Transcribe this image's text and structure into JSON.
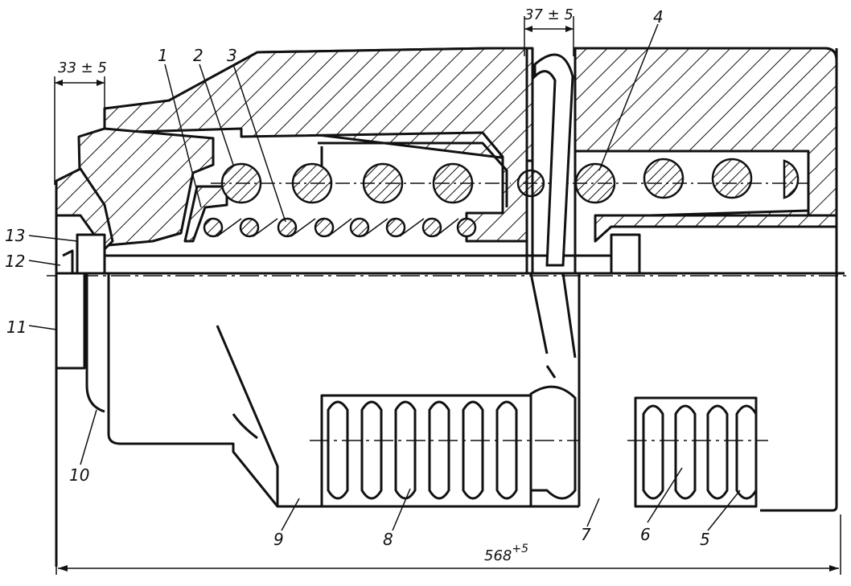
{
  "figure": {
    "dimensions": {
      "top_left": "33 ± 5",
      "top_middle": "37 ± 5",
      "overall_base": "568",
      "overall_sup": "+5"
    },
    "callouts": [
      "1",
      "2",
      "3",
      "4",
      "5",
      "6",
      "7",
      "8",
      "9",
      "10",
      "11",
      "12",
      "13"
    ]
  }
}
